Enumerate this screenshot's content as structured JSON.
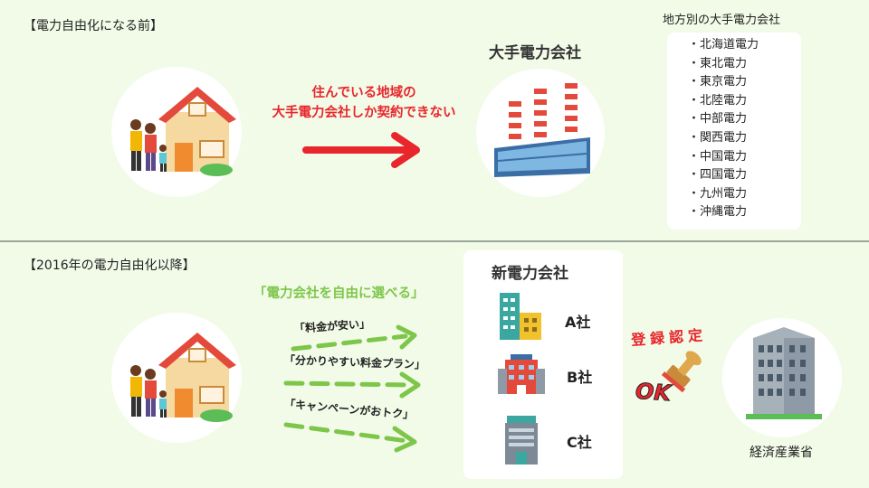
{
  "before": {
    "section_title": "【電力自由化になる前】",
    "caption_line1": "住んでいる地域の",
    "caption_line2": "大手電力会社しか契約できない",
    "company_title": "大手電力会社",
    "regional_title": "地方別の大手電力会社",
    "regional_companies": [
      "・北海道電力",
      "・東北電力",
      "・東京電力",
      "・北陸電力",
      "・中部電力",
      "・関西電力",
      "・中国電力",
      "・四国電力",
      "・九州電力",
      "・沖縄電力"
    ]
  },
  "after": {
    "section_title": "【2016年の電力自由化以降】",
    "headline": "「電力会社を自由に選べる」",
    "reasons": [
      "「料金が安い」",
      "「分かりやすい料金プラン」",
      "「キャンペーンがおトク」"
    ],
    "new_companies_title": "新電力会社",
    "companies": [
      "A社",
      "B社",
      "C社"
    ],
    "registration_label": "登録認定",
    "stamp_text": "OK",
    "ministry": "経済産業省"
  },
  "colors": {
    "background": "#f2fbe8",
    "accent_red": "#e8262c",
    "accent_green": "#7dc64a"
  },
  "icons": [
    "house-icon",
    "family-icon",
    "power-plant-icon",
    "building-icon",
    "stamp-icon",
    "ministry-building-icon",
    "arrow-icon"
  ]
}
